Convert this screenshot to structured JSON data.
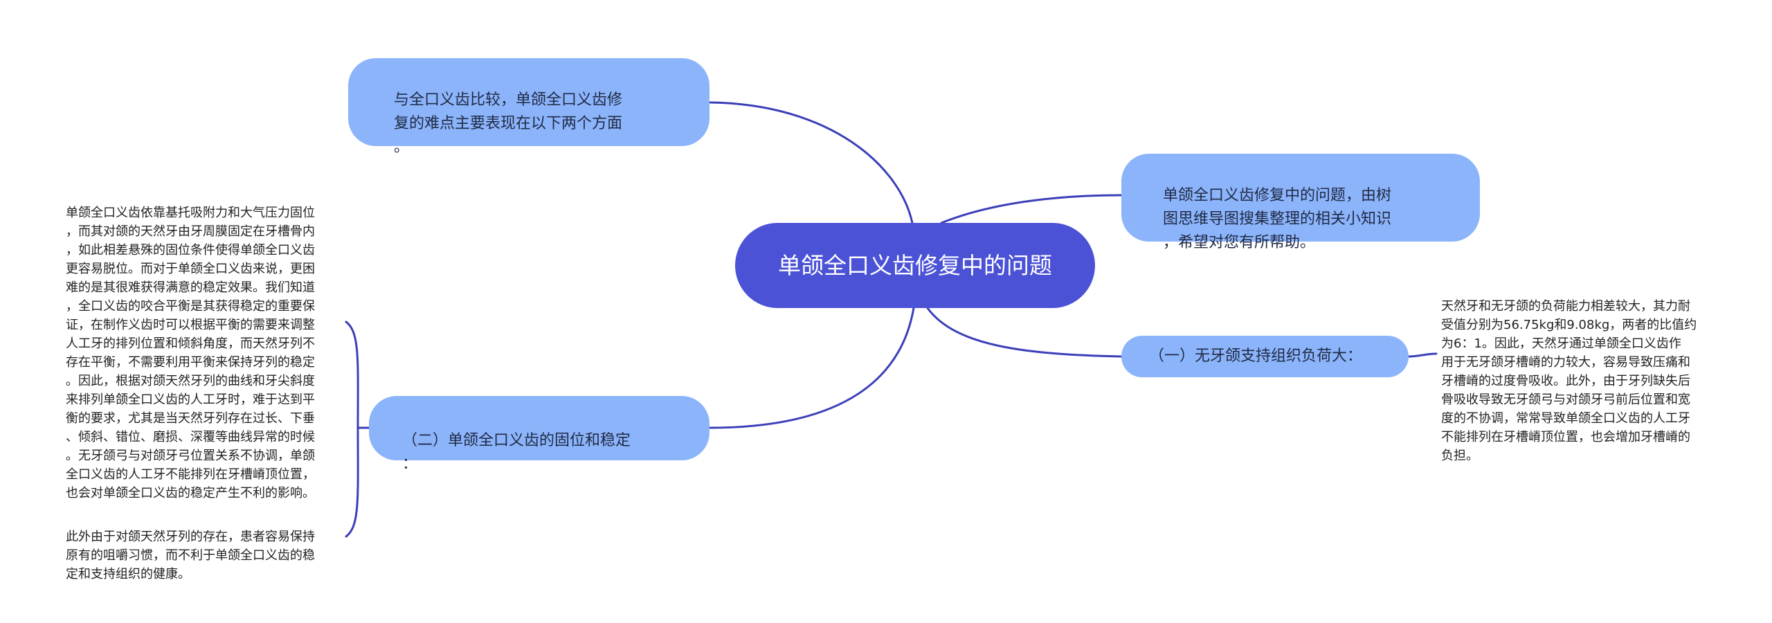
{
  "root": {
    "title": "单颌全口义齿修复中的问题"
  },
  "branches": {
    "intro": "单颌全口义齿修复中的问题，由树\n图思维导图搜集整理的相关小知识\n，希望对您有所帮助。",
    "comparison": "与全口义齿比较，单颌全口义齿修\n复的难点主要表现在以下两个方面\n。",
    "load": "（一）无牙颌支持组织负荷大：",
    "fixation": "（二）单颌全口义齿的固位和稳定\n："
  },
  "leaves": {
    "load_detail": "天然牙和无牙颌的负荷能力相差较大，其力耐\n受值分别为56.75kg和9.08kg，两者的比值约\n为6：1。因此，天然牙通过单颌全口义齿作\n用于无牙颌牙槽嵴的力较大，容易导致压痛和\n牙槽嵴的过度骨吸收。此外，由于牙列缺失后\n骨吸收导致无牙颌弓与对颌牙弓前后位置和宽\n度的不协调，常常导致单颌全口义齿的人工牙\n不能排列在牙槽嵴顶位置，也会增加牙槽嵴的\n负担。",
    "fixation_detail_1": "单颌全口义齿依靠基托吸附力和大气压力固位\n，而其对颌的天然牙由牙周膜固定在牙槽骨内\n，如此相差悬殊的固位条件使得单颌全口义齿\n更容易脱位。而对于单颌全口义齿来说，更困\n难的是其很难获得满意的稳定效果。我们知道\n，全口义齿的咬合平衡是其获得稳定的重要保\n证，在制作义齿时可以根据平衡的需要来调整\n人工牙的排列位置和倾斜角度，而天然牙列不\n存在平衡，不需要利用平衡来保持牙列的稳定\n。因此，根据对颌天然牙列的曲线和牙尖斜度\n来排列单颌全口义齿的人工牙时，难于达到平\n衡的要求，尤其是当天然牙列存在过长、下垂\n、倾斜、错位、磨损、深覆等曲线异常的时候\n。无牙颌弓与对颌牙弓位置关系不协调，单颌\n全口义齿的人工牙不能排列在牙槽嵴顶位置，\n也会对单颌全口义齿的稳定产生不利的影响。",
    "fixation_detail_2": "此外由于对颌天然牙列的存在，患者容易保持\n原有的咀嚼习惯，而不利于单颌全口义齿的稳\n定和支持组织的健康。"
  },
  "colors": {
    "root_fill": "#4b52d6",
    "branch_fill": "#8cb4fb",
    "connector": "#3b3fb8"
  }
}
